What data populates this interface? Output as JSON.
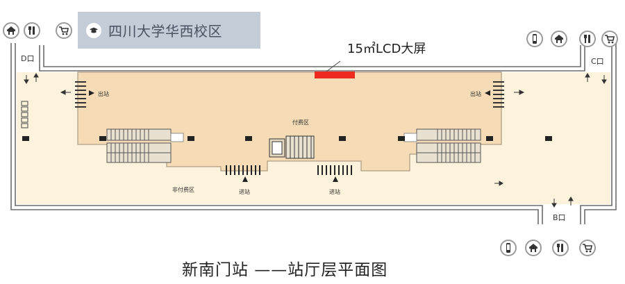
{
  "campus_tag": {
    "text": "四川大学华西校区",
    "icon": "graduation-cap-icon"
  },
  "lcd_label": "15㎡LCD大屏",
  "caption": "新南门站 ——站厅层平面图",
  "exits": {
    "d": "D口",
    "c": "C口",
    "b": "B口"
  },
  "zones": {
    "paid": "付费区",
    "unpaid": "非付费区"
  },
  "signs": {
    "exit_left": "出站",
    "exit_right": "出站",
    "enter_left": "进站",
    "enter_right": "进站"
  },
  "facility_icons": [
    "restroom-icon",
    "restaurant-icon",
    "shopping-cart-icon",
    "mobile-phone-icon"
  ],
  "colors": {
    "paid_area": "#f6dcb6",
    "unpaid_area": "#fdf3dd",
    "lcd_screen": "#ee2a1f",
    "tag_bg": "#c4ccd8"
  }
}
